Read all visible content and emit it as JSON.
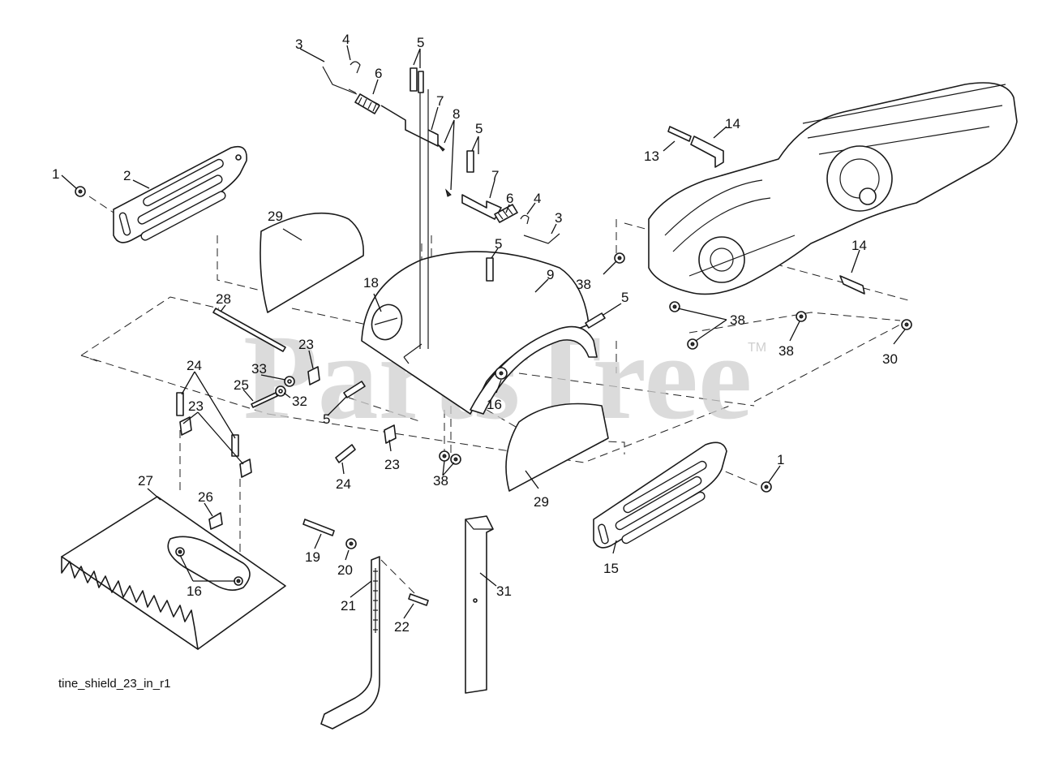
{
  "diagram": {
    "caption": "tine_shield_23_in_r1",
    "watermark": "PartsTree",
    "watermark_mark": "TM"
  },
  "callouts": {
    "c1a": "1",
    "c1b": "1",
    "c2": "2",
    "c3a": "3",
    "c3b": "3",
    "c4a": "4",
    "c4b": "4",
    "c5a": "5",
    "c5b": "5",
    "c5c": "5",
    "c5d": "5",
    "c5e": "5",
    "c6a": "6",
    "c6b": "6",
    "c7a": "7",
    "c7b": "7",
    "c8": "8",
    "c9": "9",
    "c13": "13",
    "c14a": "14",
    "c14b": "14",
    "c15": "15",
    "c16a": "16",
    "c16b": "16",
    "c18": "18",
    "c19": "19",
    "c20": "20",
    "c21": "21",
    "c22": "22",
    "c23a": "23",
    "c23b": "23",
    "c23c": "23",
    "c24a": "24",
    "c24b": "24",
    "c25": "25",
    "c26": "26",
    "c27": "27",
    "c28": "28",
    "c29a": "29",
    "c29b": "29",
    "c30": "30",
    "c31": "31",
    "c32": "32",
    "c33": "33",
    "c38a": "38",
    "c38b": "38",
    "c38c": "38",
    "c38d": "38"
  }
}
